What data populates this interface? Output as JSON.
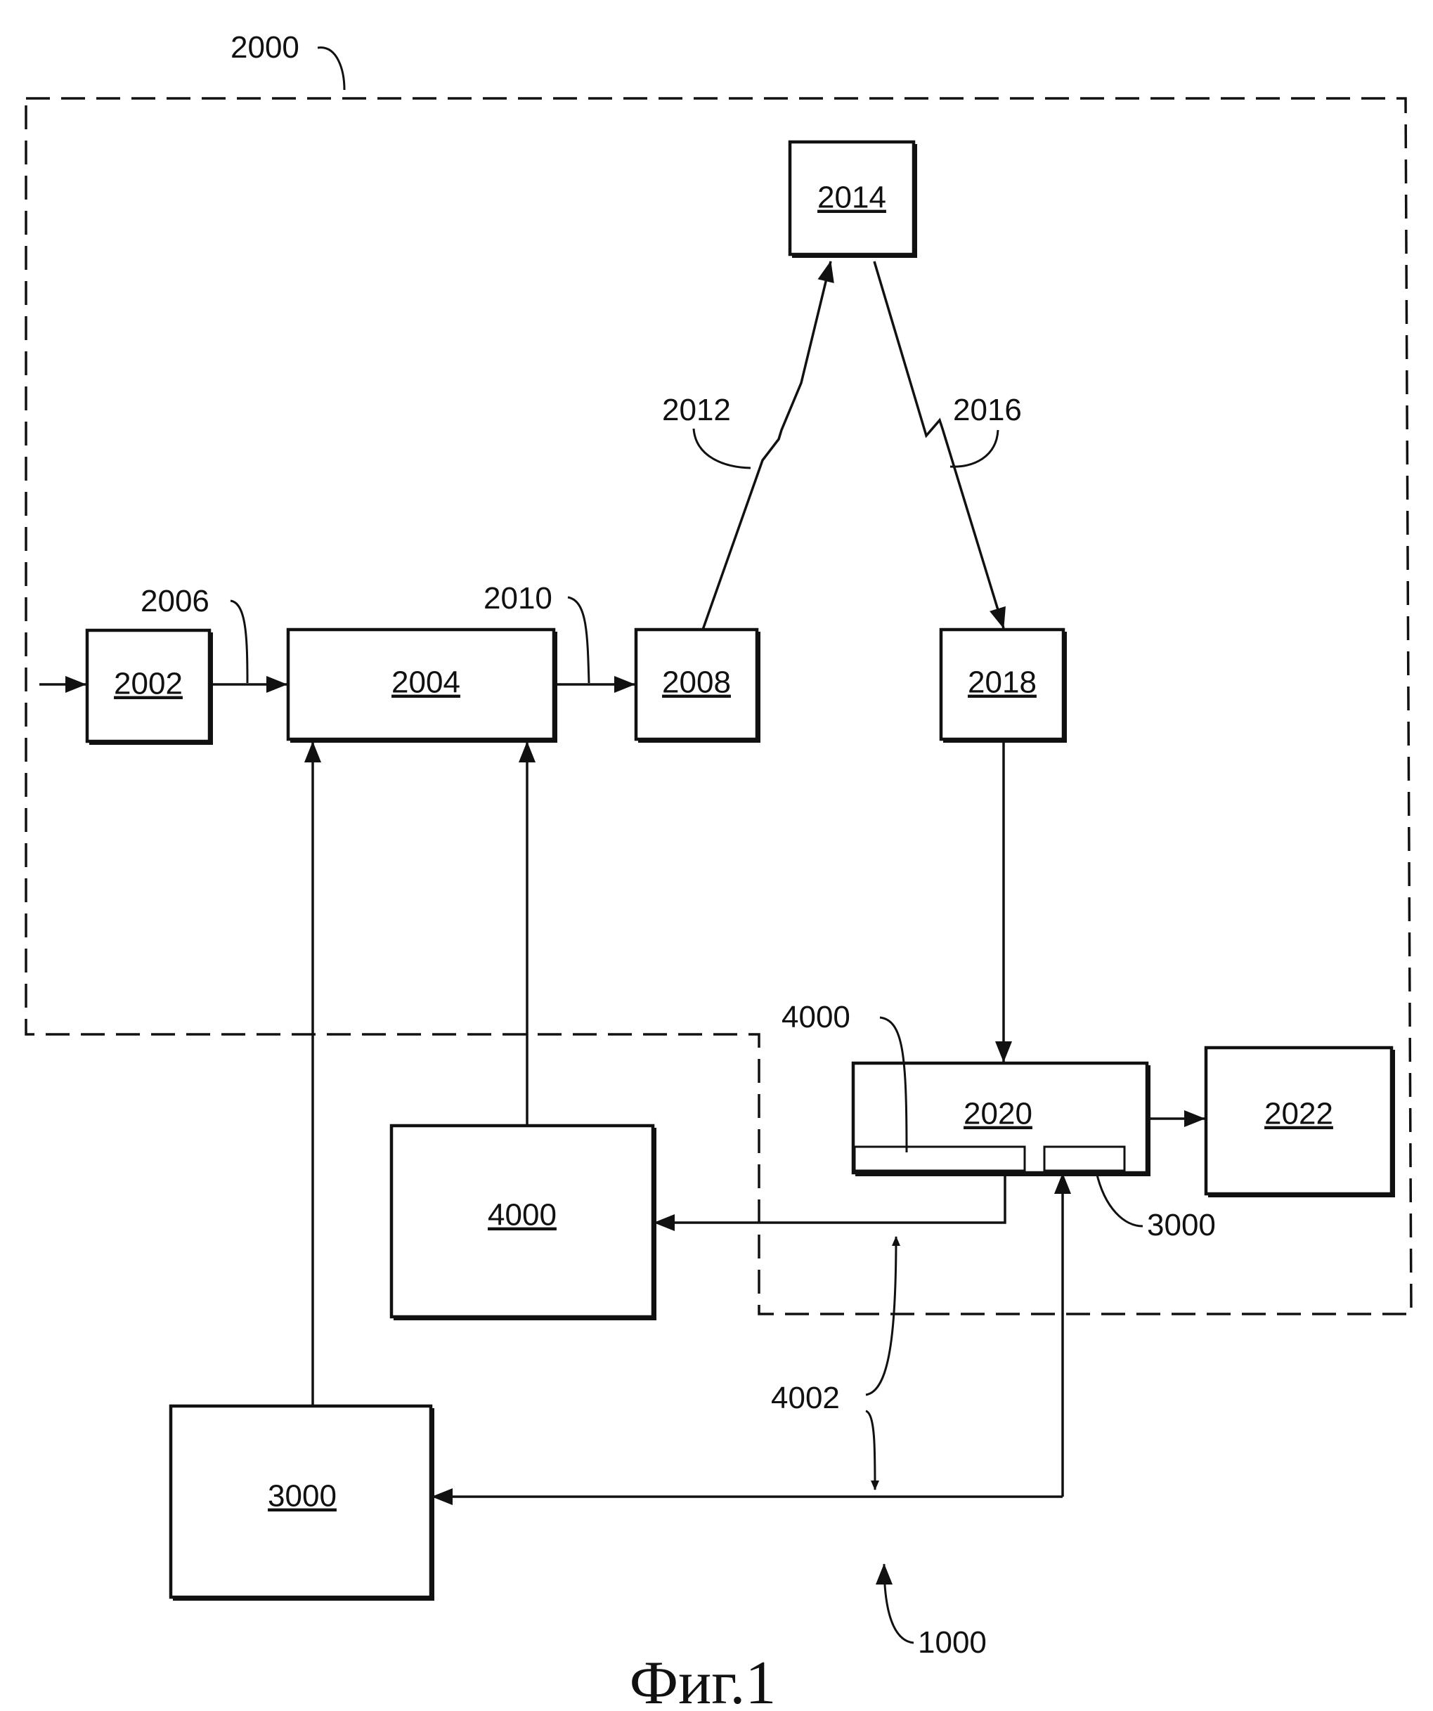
{
  "figure": {
    "caption": "Фиг.1"
  },
  "boxes": {
    "b2002": "2002",
    "b2004": "2004",
    "b2008": "2008",
    "b2014": "2014",
    "b2018": "2018",
    "b2020": "2020",
    "b2022": "2022",
    "b4000": "4000",
    "b3000": "3000"
  },
  "refs": {
    "r2000": "2000",
    "r2006": "2006",
    "r2010": "2010",
    "r2012": "2012",
    "r2016": "2016",
    "r4000": "4000",
    "r3000": "3000",
    "r4002": "4002",
    "r1000": "1000"
  },
  "colors": {
    "ink": "#111111",
    "background": "#ffffff"
  }
}
